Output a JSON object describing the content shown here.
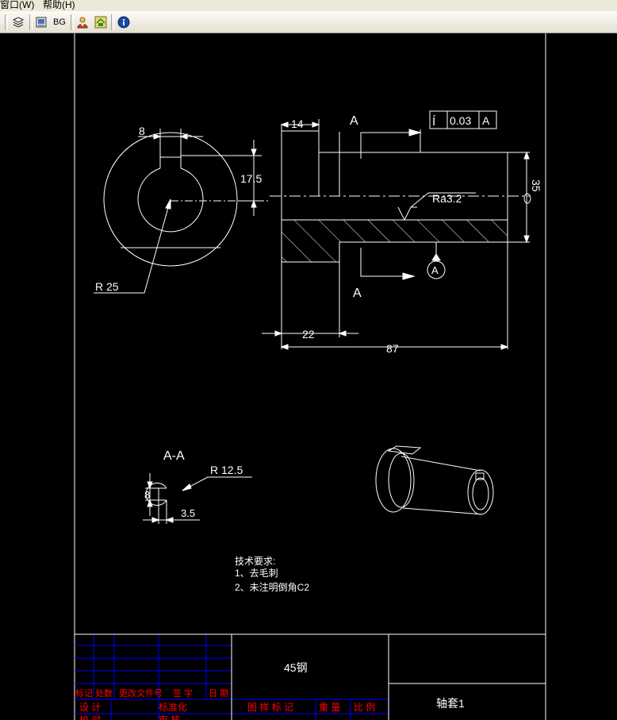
{
  "menu": {
    "window": "窗口(W)",
    "help": "帮助(H)"
  },
  "toolbar": {
    "bg_label": "BG"
  },
  "icons": [
    "layers-icon",
    "display-icon",
    "bg-icon",
    "user-icon",
    "home-icon",
    "info-icon"
  ],
  "drawing": {
    "dims": {
      "keyway_width": "8",
      "height_17_5": "17.5",
      "radius_25": "R 25",
      "len_14": "14",
      "diameter_35": "35",
      "roughness": "Ra3.2",
      "len_22": "22",
      "len_87": "87",
      "section_radius": "R 12.5",
      "section_width": "8",
      "section_depth": "3.5"
    },
    "section_mark_top": "A",
    "section_mark_bottom": "A",
    "datum_mark": "A",
    "tolerance": {
      "symbol": "Í",
      "value": "0.03",
      "datum": "A"
    },
    "section_title": "A-A",
    "tech_requirements": {
      "title": "技术要求:",
      "item1": "1、去毛刺",
      "item2": "2、未注明倒角C2"
    }
  },
  "title_block": {
    "material": "45钢",
    "part_name": "轴套1",
    "header_row": [
      "标记",
      "处数",
      "更改文件号",
      "签 字",
      "日 期"
    ],
    "design": "设 计",
    "standardization": "标准化",
    "drawing_mark": "图 样 标 记",
    "weight": "重 量",
    "scale": "比 例",
    "bottom_left": "校 对",
    "bottom_mid": "审 核"
  },
  "colors": {
    "line": "#ffffff",
    "grid": "#0000ff",
    "title_text": "#ff0000",
    "background": "#000000",
    "menubar": "#ece9d8"
  }
}
